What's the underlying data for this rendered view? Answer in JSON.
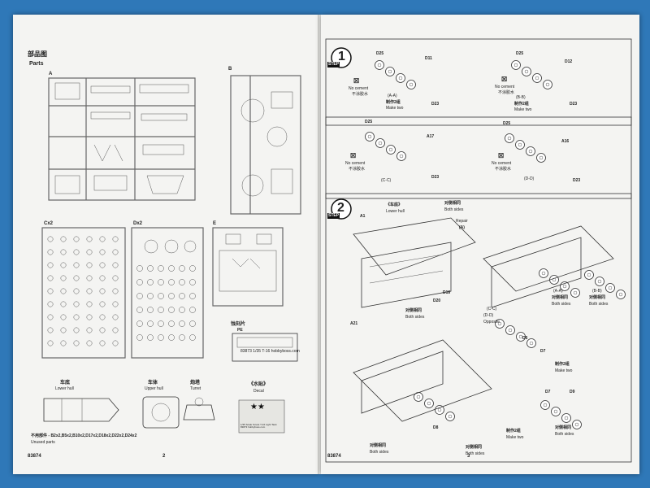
{
  "left_page": {
    "title_cn": "部品图",
    "title_en": "Parts",
    "sprues": {
      "A": "A",
      "B": "B",
      "C": "Cx2",
      "D": "Dx2",
      "E": "E"
    },
    "pe": {
      "cn": "蚀刻片",
      "en": "PE",
      "plate_text": "83873   1/35   T-16   hobbyboss.com"
    },
    "previews": [
      {
        "cn": "车底",
        "en": "Lower hull"
      },
      {
        "cn": "车体",
        "en": "Upper hull"
      },
      {
        "cn": "炮塔",
        "en": "Turret"
      },
      {
        "cn": "《水贴》",
        "en": "Decal"
      }
    ],
    "decal_text": "1/35 Scale Soviet T-16 Light Tank 83873 hobbyboss.com",
    "unused_cn": "不用部件 - B2x2,B5x2,B10x2,D17x2,D18x2,D22x2,D24x2",
    "unused_en": "Unused parts",
    "code": "83874",
    "page_no": "2"
  },
  "right_page": {
    "step1": {
      "step_label": "STEP",
      "number": "1"
    },
    "step2": {
      "step_label": "STEP",
      "number": "2"
    },
    "no_cement_en": "No cement",
    "no_cement_cn": "不涂胶水",
    "make_two_cn": "制作2组",
    "make_two_en": "Make two",
    "sub_aa": "(A-A)",
    "sub_bb": "(B-B)",
    "sub_cc": "(C-C)",
    "sub_dd": "(D-D)",
    "parts": {
      "D25": "D25",
      "D11": "D11",
      "D23": "D23",
      "D12": "D12",
      "A17": "A17",
      "A16": "A16",
      "A1": "A1",
      "A21": "A21",
      "D16": "D16",
      "D20": "D20",
      "D8": "D8",
      "D6": "D6",
      "D7": "D7",
      "D9": "D9"
    },
    "lower_hull_cn": "《车底》",
    "lower_hull_en": "Lower hull",
    "both_sides_cn": "对侧相同",
    "both_sides_en": "Both sides",
    "repair_en": "Repair",
    "repair_part": "(A)",
    "opposite_en": "Opposite",
    "code": "83874",
    "page_no": "3"
  },
  "colors": {
    "background": "#2f78b8",
    "paper": "#f4f4f2",
    "ink": "#222222"
  }
}
